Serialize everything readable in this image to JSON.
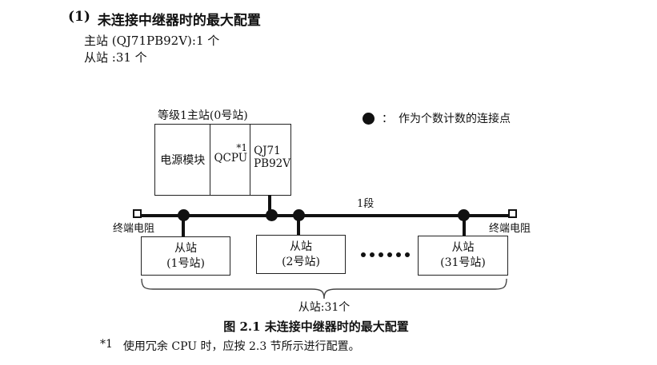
{
  "colors": {
    "ink": "#111111",
    "border": "#222222",
    "background": "#ffffff"
  },
  "heading": {
    "prefix": "(1)",
    "title": "未连接中继器时的最大配置"
  },
  "summary": {
    "master_line": "主站 (QJ71PB92V):1 个",
    "slave_line": "从站 :31 个"
  },
  "legend": {
    "symbol": "connection-count-dot",
    "separator": "：",
    "label": "作为个数计数的连接点"
  },
  "master": {
    "label": "等级1主站(0号站)",
    "power_module": "电源模块",
    "cpu": "QCPU",
    "cpu_footnote": "*1",
    "network_module_line1": "QJ71",
    "network_module_line2": "PB92V"
  },
  "bus": {
    "segment_label": "1段",
    "terminator_left": "终端电阻",
    "terminator_right": "终端电阻",
    "connection_dot_count": 4
  },
  "slaves": [
    {
      "line1": "从站",
      "line2": "(1号站)"
    },
    {
      "line1": "从站",
      "line2": "(2号站)"
    },
    {
      "line1": "从站",
      "line2": "(31号站)"
    }
  ],
  "ellipsis_dot_count": 6,
  "brace_label": "从站:31个",
  "caption": "图 2.1 未连接中继器时的最大配置",
  "footnote": {
    "ref": "*1",
    "text": "使用冗余 CPU 时，应按 2.3 节所示进行配置。"
  }
}
